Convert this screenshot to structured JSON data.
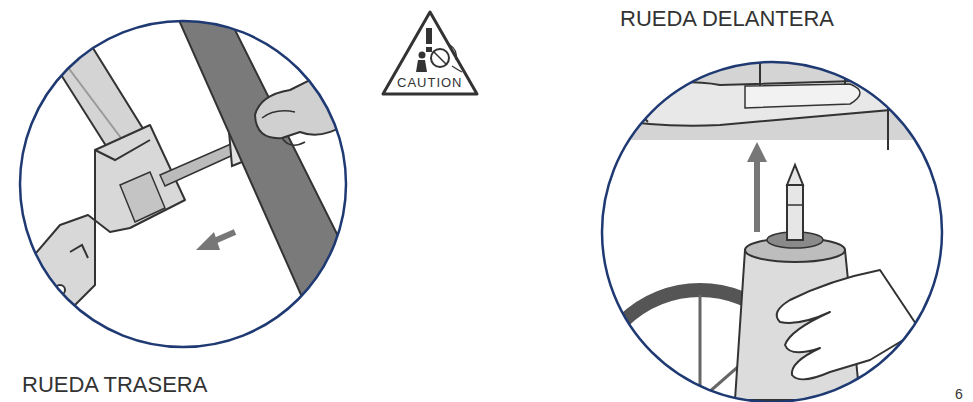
{
  "diagram": {
    "labels": [
      "RUEDA DELANTERA",
      "CAUTION",
      "RUEDA TRASERA",
      "6"
    ]
  }
}
